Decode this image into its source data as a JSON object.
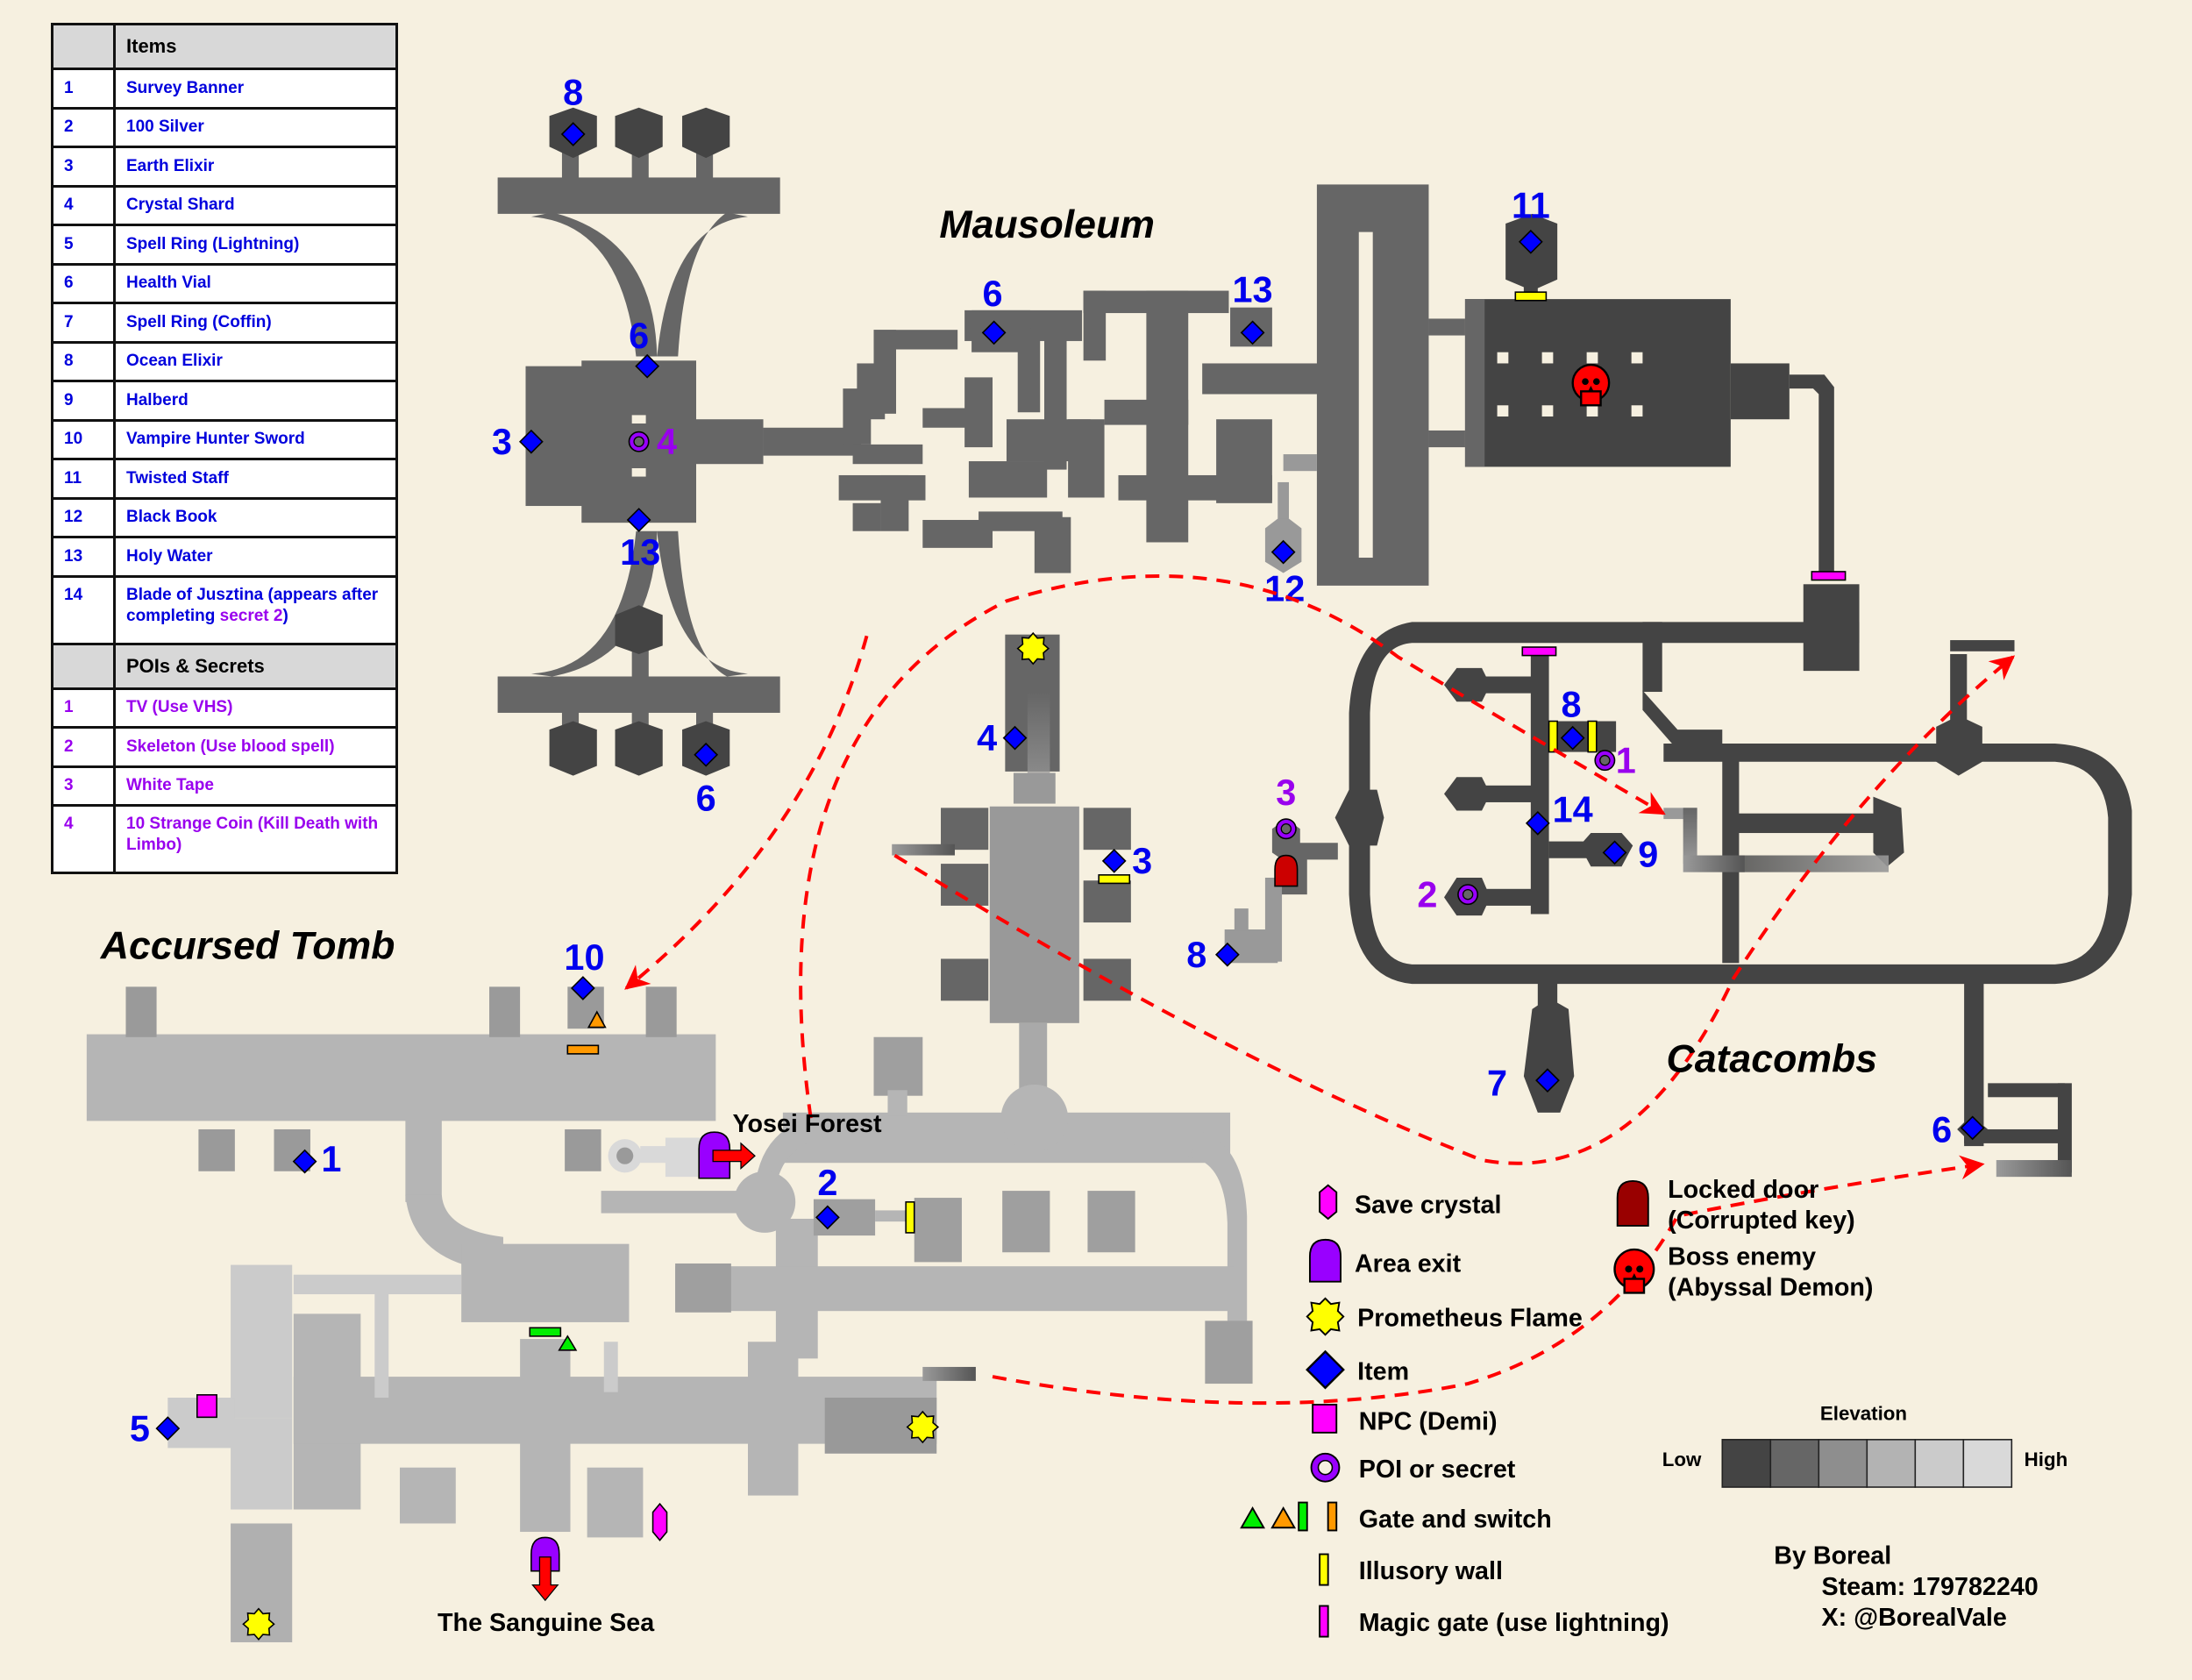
{
  "items_table": {
    "header": "Items",
    "rows": [
      {
        "num": "1",
        "name": "Survey Banner"
      },
      {
        "num": "2",
        "name": "100 Silver"
      },
      {
        "num": "3",
        "name": "Earth Elixir"
      },
      {
        "num": "4",
        "name": "Crystal Shard"
      },
      {
        "num": "5",
        "name": "Spell Ring (Lightning)"
      },
      {
        "num": "6",
        "name": "Health Vial"
      },
      {
        "num": "7",
        "name": "Spell Ring (Coffin)"
      },
      {
        "num": "8",
        "name": "Ocean Elixir"
      },
      {
        "num": "9",
        "name": "Halberd"
      },
      {
        "num": "10",
        "name": "Vampire Hunter Sword"
      },
      {
        "num": "11",
        "name": "Twisted Staff"
      },
      {
        "num": "12",
        "name": "Black Book"
      },
      {
        "num": "13",
        "name": "Holy Water"
      },
      {
        "num": "14",
        "name_part1": "Blade of Jusztina (appears after completing ",
        "name_secret": "secret 2",
        "name_part2": ")"
      }
    ]
  },
  "poi_table": {
    "header": "POIs & Secrets",
    "rows": [
      {
        "num": "1",
        "name": "TV (Use VHS)"
      },
      {
        "num": "2",
        "name": "Skeleton (Use blood spell)"
      },
      {
        "num": "3",
        "name": "White Tape"
      },
      {
        "num": "4",
        "name": "10 Strange Coin (Kill Death with Limbo)"
      }
    ]
  },
  "regions": {
    "mausoleum": "Mausoleum",
    "catacombs": "Catacombs",
    "accursed_tomb": "Accursed Tomb"
  },
  "exits": {
    "yosei_forest": "Yosei Forest",
    "sanguine_sea": "The Sanguine Sea"
  },
  "markers": {
    "mausoleum_items": [
      "8",
      "6",
      "3",
      "13",
      "6",
      "6",
      "13",
      "11",
      "12"
    ],
    "mausoleum_poi": [
      "4"
    ],
    "catacombs_items": [
      "8",
      "14",
      "9",
      "7",
      "6",
      "8"
    ],
    "catacombs_poi": [
      "1",
      "2",
      "3"
    ],
    "tower_items": [
      "4",
      "3"
    ],
    "tomb_items": [
      "10",
      "1",
      "2",
      "5"
    ]
  },
  "legend": {
    "save_crystal": "Save crystal",
    "area_exit": "Area exit",
    "prometheus_flame": "Prometheus Flame",
    "item": "Item",
    "npc": "NPC (Demi)",
    "poi": "POI or secret",
    "gate_switch": "Gate and switch",
    "illusory_wall": "Illusory wall",
    "magic_gate": "Magic gate (use lightning)",
    "locked_door_1": "Locked door",
    "locked_door_2": "(Corrupted key)",
    "boss_1": "Boss enemy",
    "boss_2": "(Abyssal Demon)"
  },
  "elevation": {
    "title": "Elevation",
    "low": "Low",
    "high": "High",
    "levels": [
      "#444444",
      "#666666",
      "#8e8e8e",
      "#b3b3b3",
      "#cbcbcb",
      "#d9d9d9"
    ]
  },
  "credits": {
    "by": "By Boreal",
    "steam": "Steam: 179782240",
    "x": "X: @BorealVale"
  },
  "colors": {
    "background": "#f6f0e0",
    "item": "#0000ff",
    "poi": "#9900ff",
    "save_crystal": "#ff00ff",
    "flame": "#ffff00",
    "boss": "#ff0000",
    "locked_door": "#990000",
    "route": "#ff0000"
  }
}
